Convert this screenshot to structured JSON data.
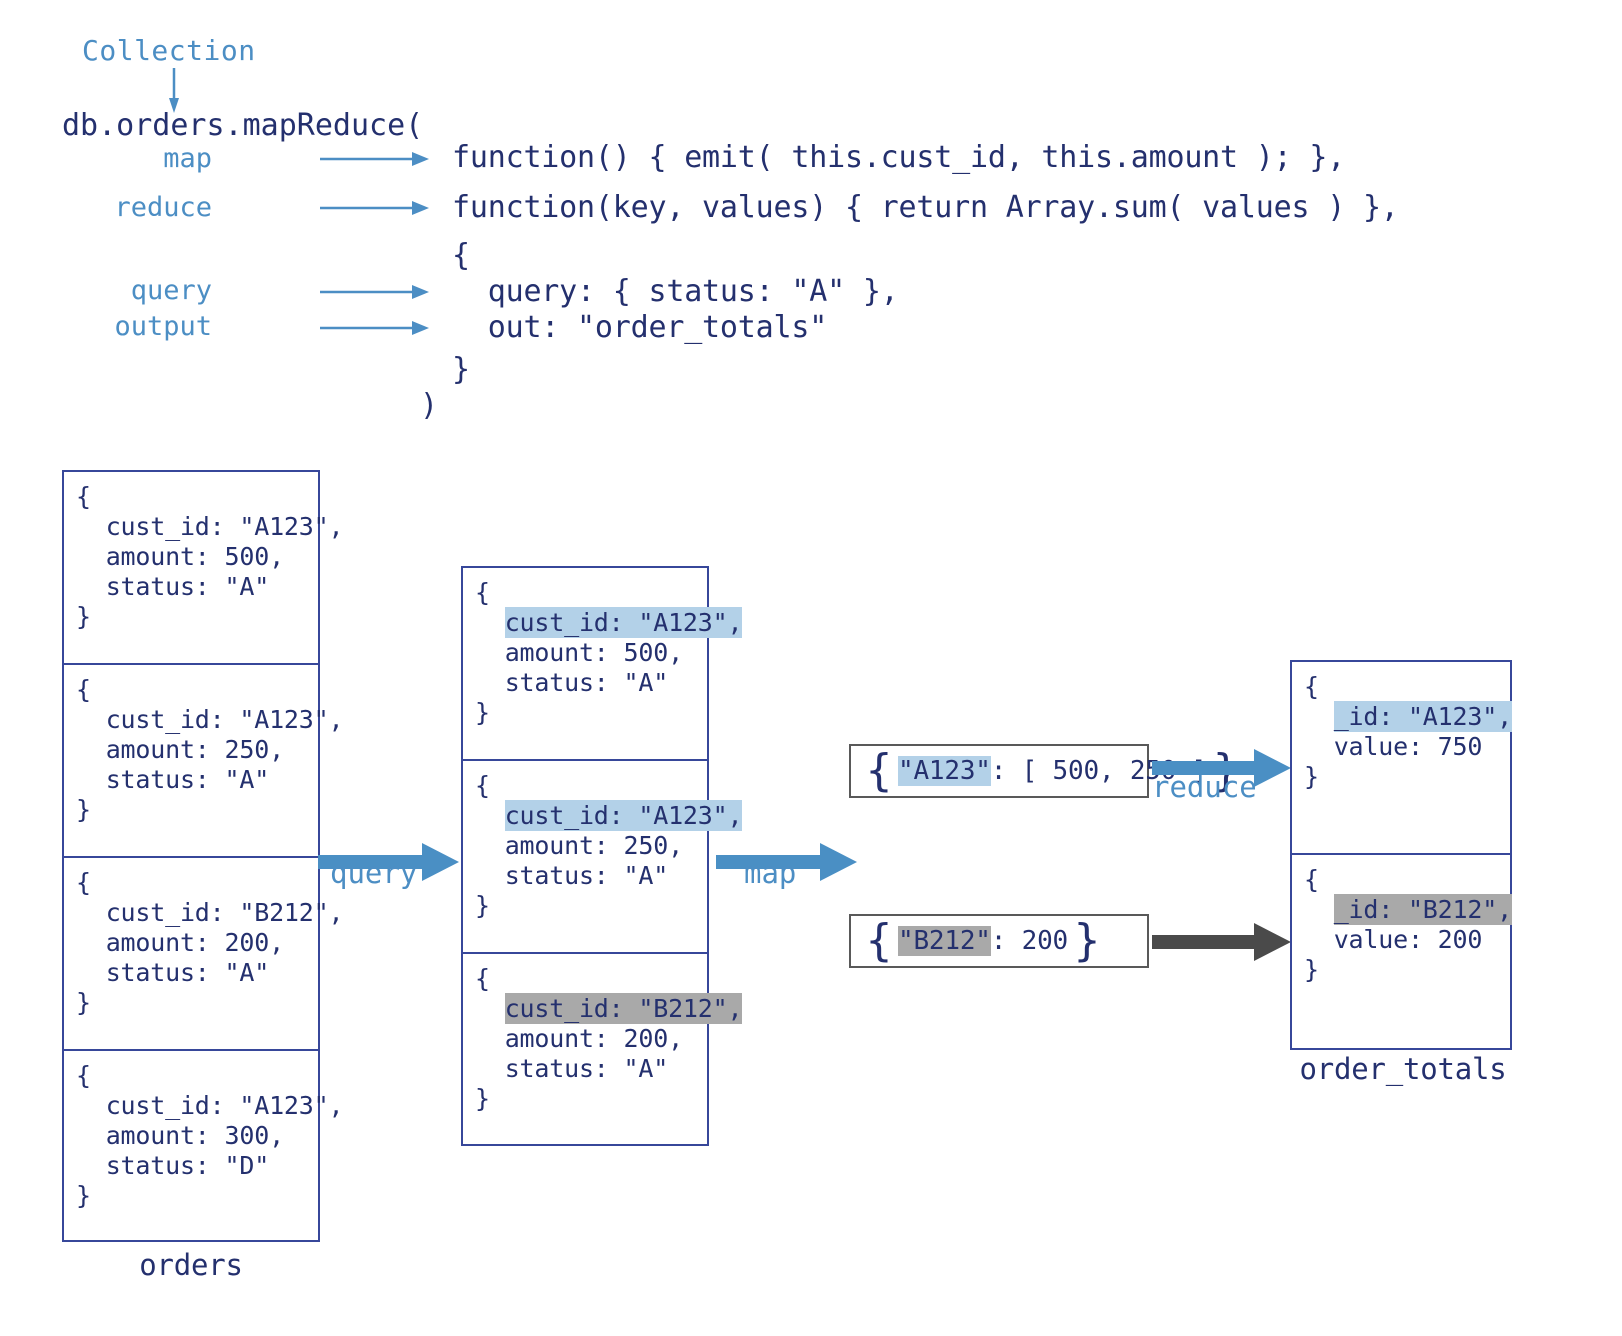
{
  "colors": {
    "navy": "#24306e",
    "box_border": "#37479a",
    "light_blue": "#4c8ec4",
    "arrow_blue": "#4a8fc4",
    "arrow_gray": "#4a4a4a",
    "highlight_blue": "#b3d1e8",
    "highlight_gray": "#a9a9a9",
    "emit_border": "#595959",
    "background": "#ffffff"
  },
  "header": {
    "collection_label": "Collection",
    "collection_arrow_icon": "arrow-down-icon",
    "call_head": "db.orders.mapReduce(",
    "params": [
      {
        "label": "map",
        "arrow_icon": "arrow-right-icon"
      },
      {
        "label": "reduce",
        "arrow_icon": "arrow-right-icon"
      },
      {
        "label": "query",
        "arrow_icon": "arrow-right-icon"
      },
      {
        "label": "output",
        "arrow_icon": "arrow-right-icon"
      }
    ],
    "code_lines": [
      "function() { emit( this.cust_id, this.amount ); },",
      "function(key, values) { return Array.sum( values ) },",
      "{",
      "  query: { status: \"A\" },",
      "  out: \"order_totals\"",
      "}",
      ")"
    ]
  },
  "orders_collection": {
    "caption": "orders",
    "documents": [
      {
        "lines": [
          "{",
          "  cust_id: \"A123\",",
          "  amount: 500,",
          "  status: \"A\"",
          "}"
        ]
      },
      {
        "lines": [
          "{",
          "  cust_id: \"A123\",",
          "  amount: 250,",
          "  status: \"A\"",
          "}"
        ]
      },
      {
        "lines": [
          "{",
          "  cust_id: \"B212\",",
          "  amount: 200,",
          "  status: \"A\"",
          "}"
        ]
      },
      {
        "lines": [
          "{",
          "  cust_id: \"A123\",",
          "  amount: 300,",
          "  status: \"D\"",
          "}"
        ]
      }
    ]
  },
  "filtered_collection": {
    "caption": "",
    "documents": [
      {
        "open": "{",
        "key_line": "cust_id: \"A123\",",
        "key_highlight": "blue",
        "other_lines": [
          "amount: 500,",
          "status: \"A\""
        ],
        "close": "}"
      },
      {
        "open": "{",
        "key_line": "cust_id: \"A123\",",
        "key_highlight": "blue",
        "other_lines": [
          "amount: 250,",
          "status: \"A\""
        ],
        "close": "}"
      },
      {
        "open": "{",
        "key_line": "cust_id: \"B212\",",
        "key_highlight": "gray",
        "other_lines": [
          "amount: 200,",
          "status: \"A\""
        ],
        "close": "}"
      }
    ]
  },
  "emitted": [
    {
      "open_brace": "{",
      "key": "\"A123\"",
      "key_highlight": "blue",
      "rest": ": [ 500, 250 ]",
      "close_brace": "}"
    },
    {
      "open_brace": "{",
      "key": "\"B212\"",
      "key_highlight": "gray",
      "rest": ": 200",
      "close_brace": "}"
    }
  ],
  "output_collection": {
    "caption": "order_totals",
    "documents": [
      {
        "open": "{",
        "key_line": "_id: \"A123\",",
        "key_highlight": "blue",
        "other_lines": [
          "value: 750"
        ],
        "close": "}"
      },
      {
        "open": "{",
        "key_line": "_id: \"B212\",",
        "key_highlight": "gray",
        "other_lines": [
          "value: 200"
        ],
        "close": "}"
      }
    ]
  },
  "flow_arrows": [
    {
      "label": "query",
      "color": "#4a8fc4",
      "icon": "arrow-right-icon"
    },
    {
      "label": "map",
      "color": "#4a8fc4",
      "icon": "arrow-right-icon"
    },
    {
      "label": "reduce",
      "color": "#4a8fc4",
      "icon": "arrow-right-icon"
    },
    {
      "label": "",
      "color": "#4a4a4a",
      "icon": "arrow-right-icon"
    }
  ]
}
